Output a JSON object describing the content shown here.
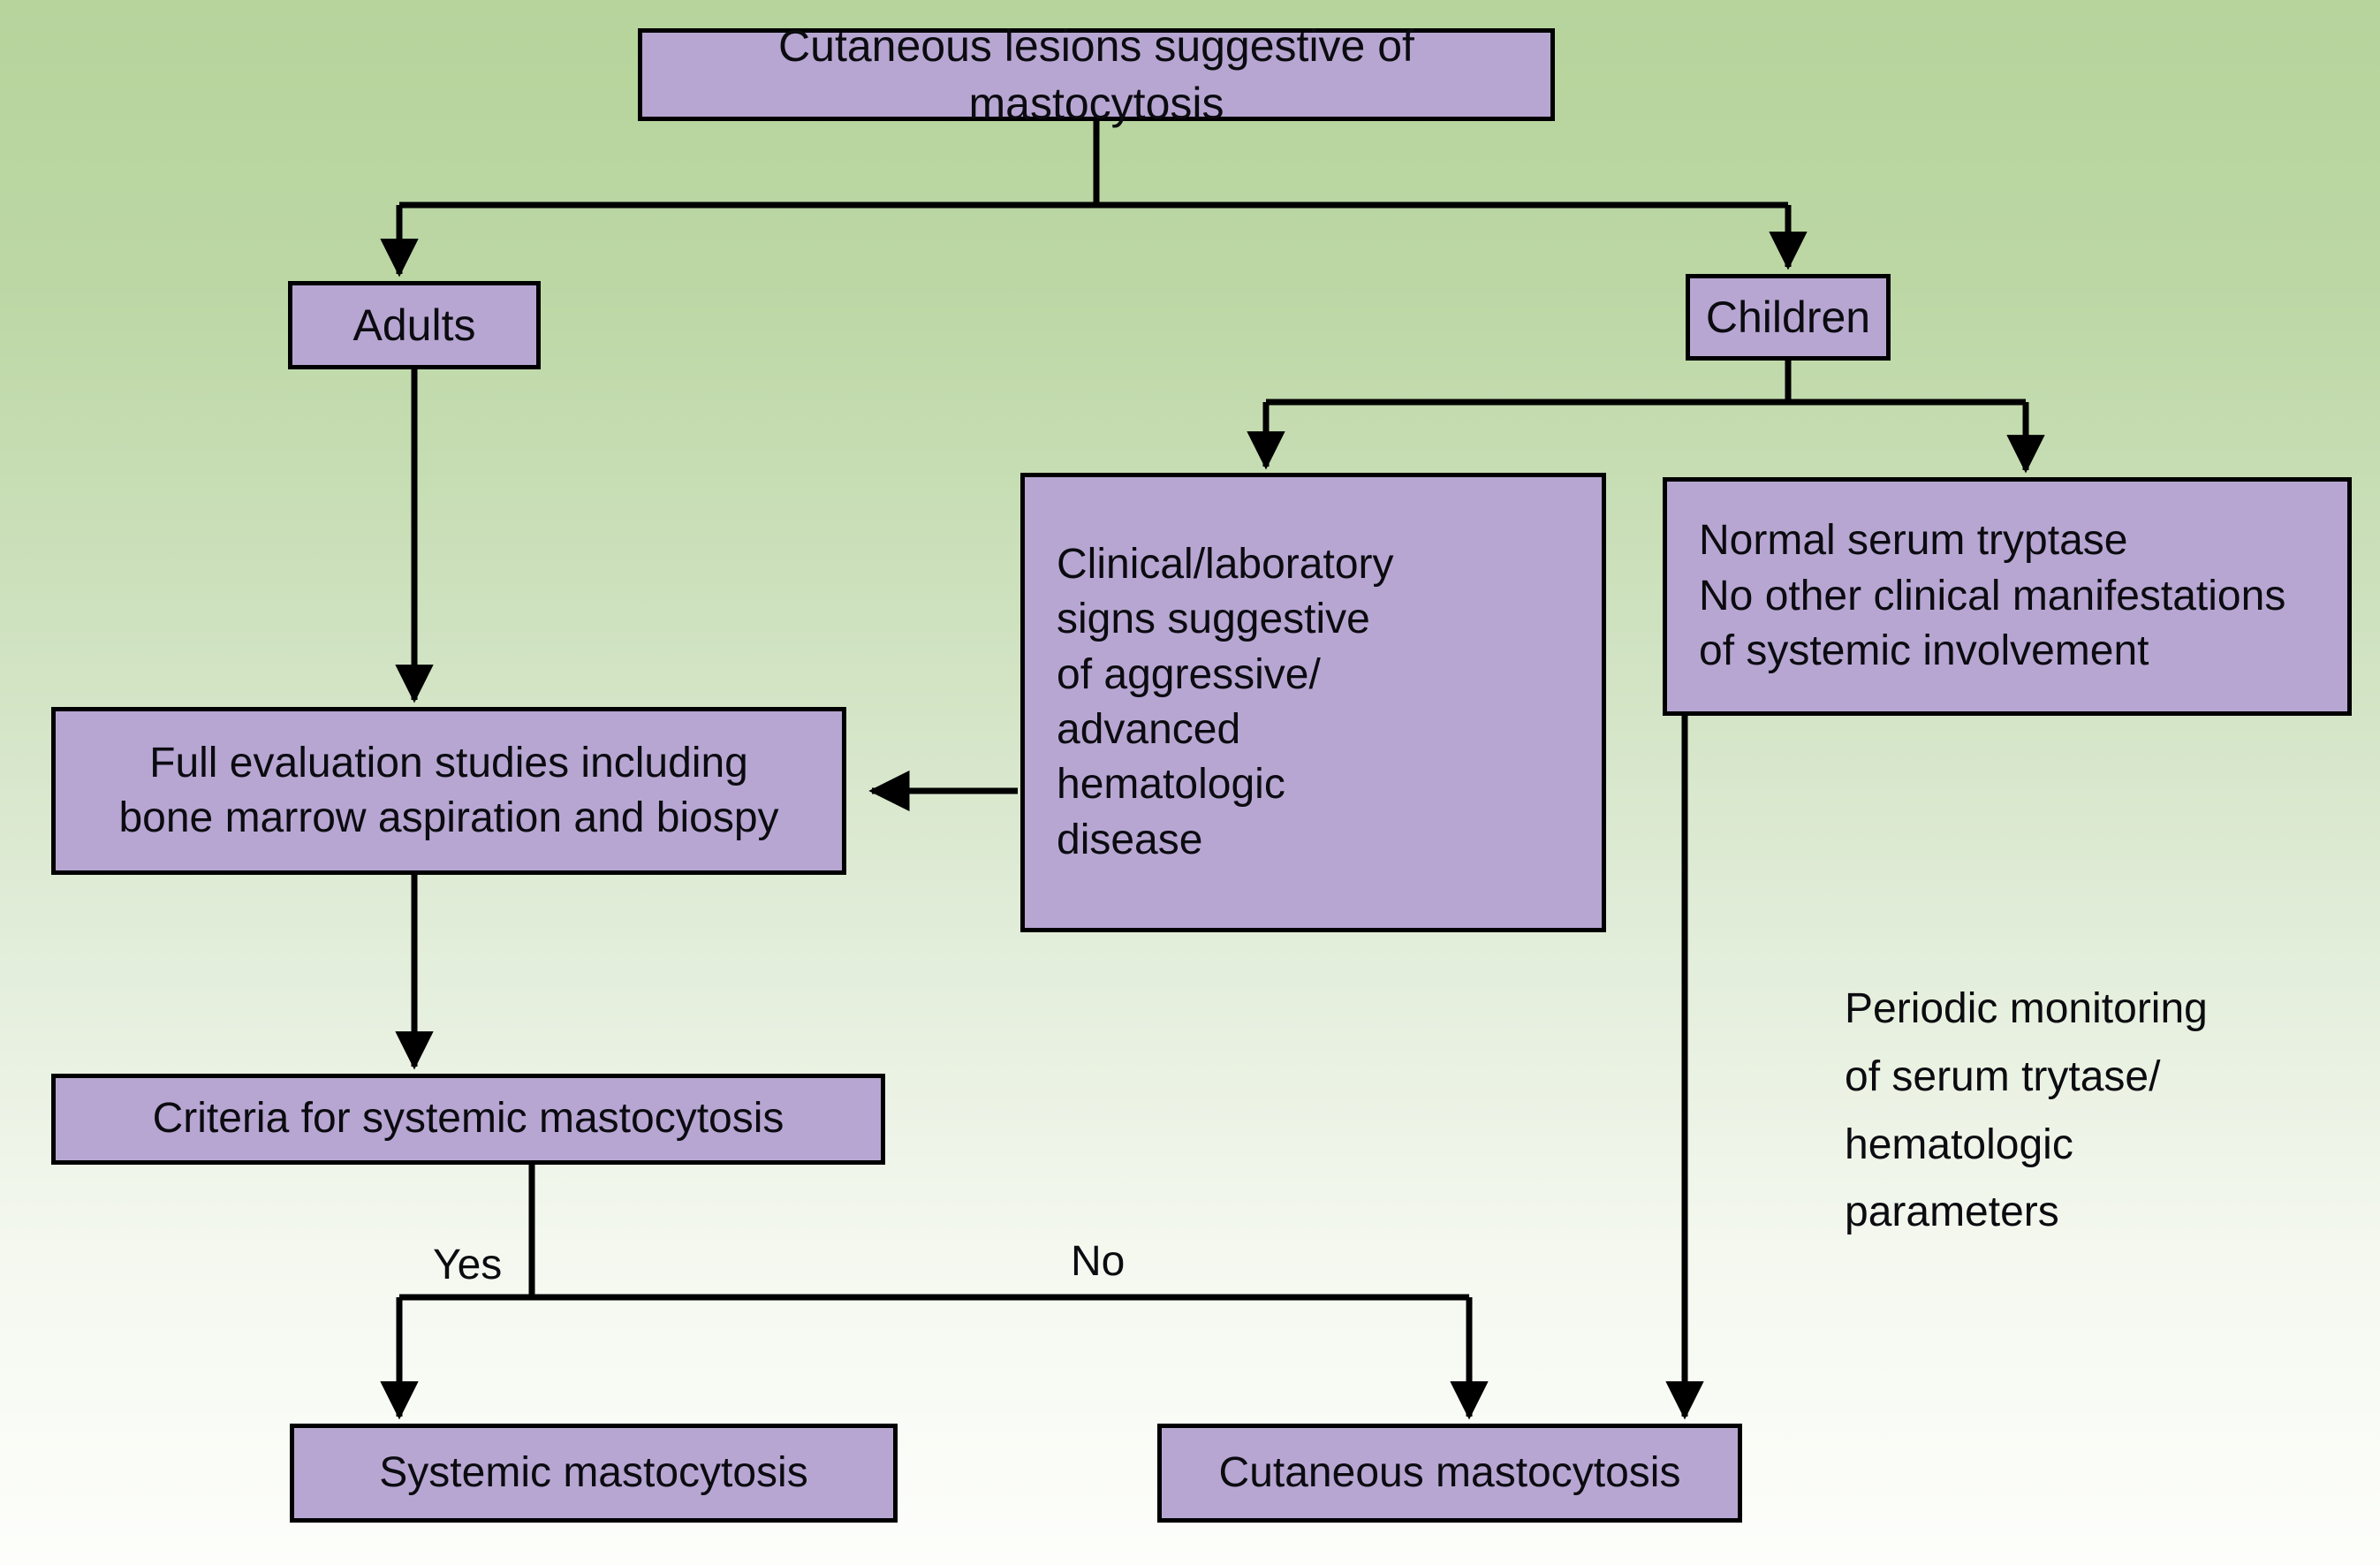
{
  "figure": {
    "kind": "clinical-decision-flowchart",
    "background_top_color": "#b6d49c",
    "background_bottom_color": "#fdfefb",
    "node_fill_color": "#b7a6d2",
    "node_border_color": "#000000",
    "text_color": "#0b0b10"
  },
  "nodes": {
    "root": "Cutaneous lesions suggestive of mastocytosis",
    "adults": "Adults",
    "children": "Children",
    "clinical_signs": "Clinical/laboratory\nsigns suggestive\nof aggressive/\nadvanced\nhematologic\ndisease",
    "normal_tryptase": "Normal serum tryptase\nNo other clinical manifestations\nof systemic involvement",
    "full_evaluation": "Full evaluation studies including\nbone marrow aspiration and biospy",
    "criteria": "Criteria for systemic mastocytosis",
    "systemic": "Systemic mastocytosis",
    "cutaneous": "Cutaneous mastocytosis"
  },
  "annotations": {
    "periodic_monitoring": "Periodic monitoring\nof serum trytase/\nhematologic\nparameters"
  },
  "edge_labels": {
    "yes": "Yes",
    "no": "No"
  },
  "edges": [
    {
      "from": "root",
      "to": "adults",
      "label": ""
    },
    {
      "from": "root",
      "to": "children",
      "label": ""
    },
    {
      "from": "children",
      "to": "clinical_signs",
      "label": ""
    },
    {
      "from": "children",
      "to": "normal_tryptase",
      "label": ""
    },
    {
      "from": "adults",
      "to": "full_evaluation",
      "label": ""
    },
    {
      "from": "clinical_signs",
      "to": "full_evaluation",
      "label": ""
    },
    {
      "from": "full_evaluation",
      "to": "criteria",
      "label": ""
    },
    {
      "from": "criteria",
      "to": "systemic",
      "label": "Yes"
    },
    {
      "from": "criteria",
      "to": "cutaneous",
      "label": "No"
    },
    {
      "from": "normal_tryptase",
      "to": "cutaneous",
      "label": ""
    }
  ]
}
